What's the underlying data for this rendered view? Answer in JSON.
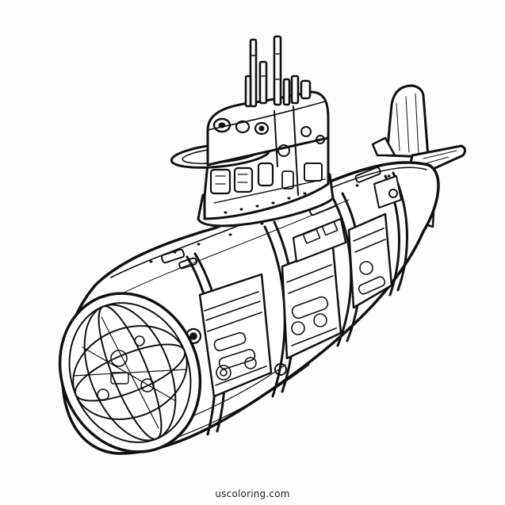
{
  "image": {
    "subject": "submarine",
    "style": "black and white line art coloring page",
    "ink_color": "#111111",
    "paper_color": "#fdfdfd"
  },
  "caption": {
    "text": "uscoloring.com"
  }
}
